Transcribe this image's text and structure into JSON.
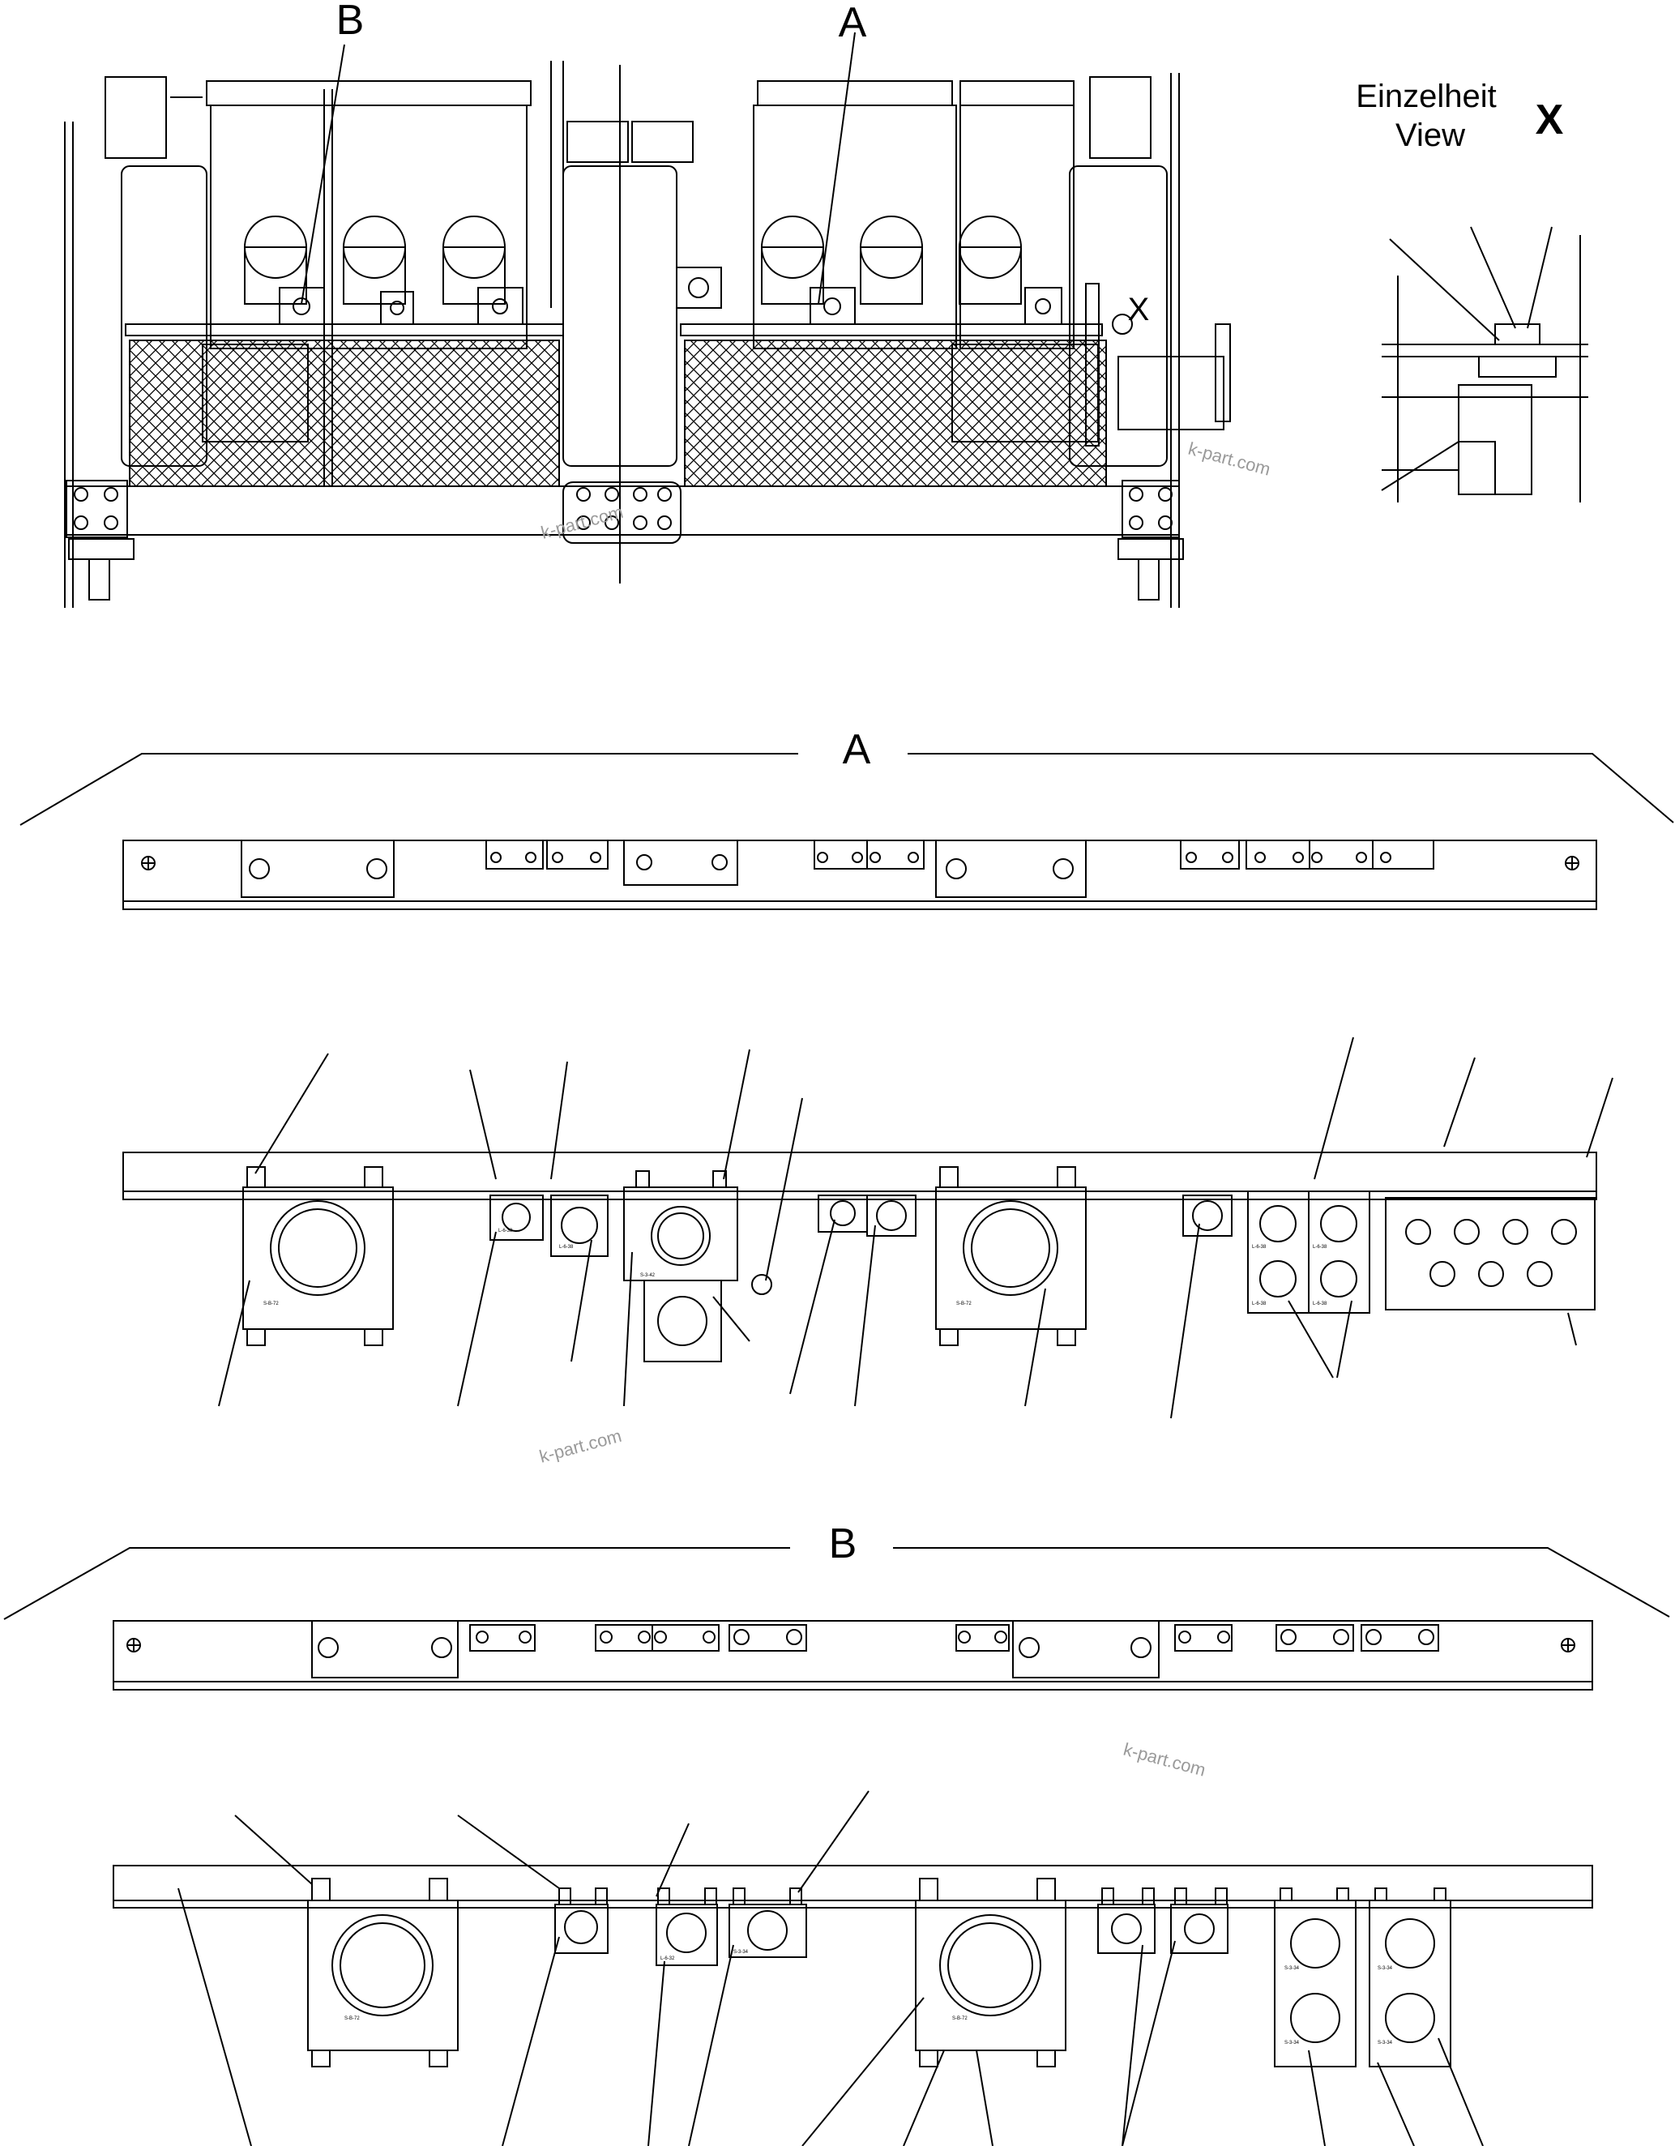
{
  "callouts": {
    "a": "A",
    "b": "B",
    "x": "X",
    "detail_de": "Einzelheit",
    "detail_en": "View",
    "detail_mark": "X"
  },
  "watermark": "k-part.com",
  "clamp_markings": {
    "pipe_clamp": "S-B-72",
    "double_clamp": "L-6-38",
    "single_clamp": "L-6-32",
    "hose_clamp": "S-3-34",
    "small_clamp": "S-3-42"
  }
}
